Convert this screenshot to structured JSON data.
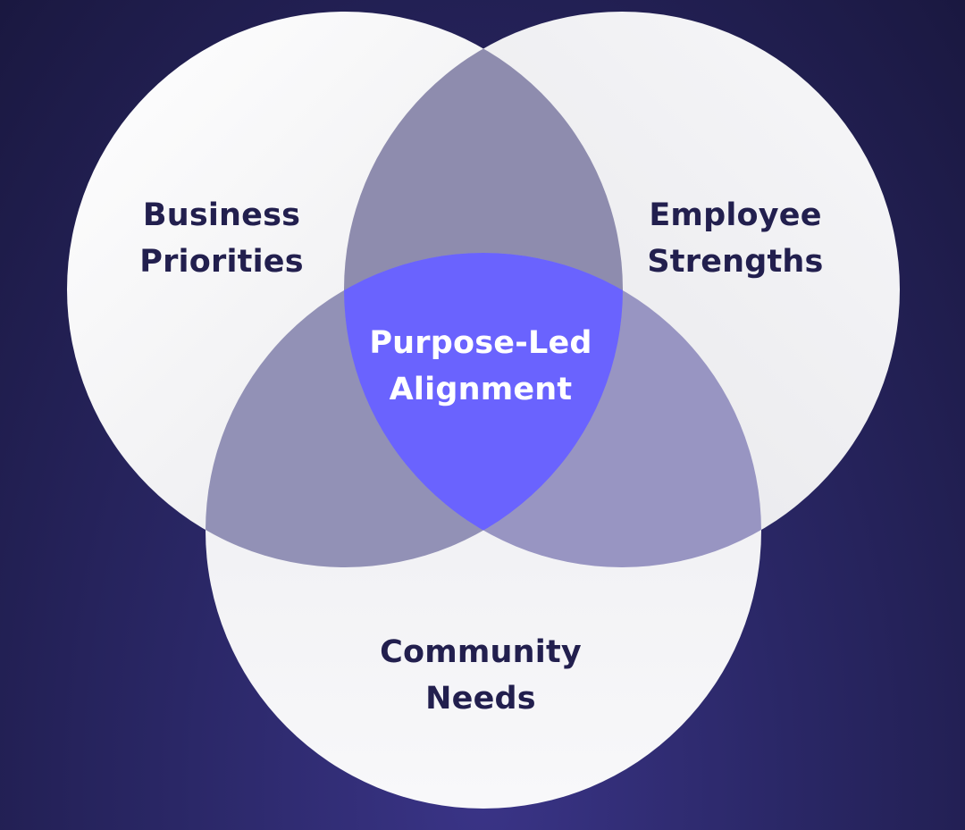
{
  "diagram": {
    "circles": [
      {
        "id": "business",
        "lines": [
          "Business",
          "Priorities"
        ]
      },
      {
        "id": "employee",
        "lines": [
          "Employee",
          "Strengths"
        ]
      },
      {
        "id": "community",
        "lines": [
          "Community",
          "Needs"
        ]
      }
    ],
    "center": {
      "lines": [
        "Purpose-Led",
        "Alignment"
      ]
    },
    "colors": {
      "background": "#2a2766",
      "circle_fill": "#f2f2f4",
      "pair_overlap": "#9392b8",
      "center_overlap": "#6a63fe",
      "label_text": "#221f4e",
      "center_text": "#ffffff"
    }
  }
}
